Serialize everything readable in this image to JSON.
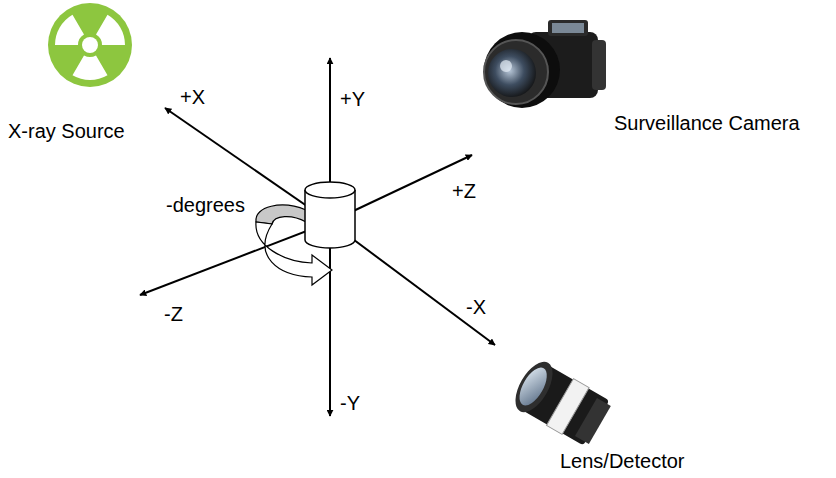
{
  "diagram": {
    "labels": [
      "+X",
      "+Y",
      "X-ray Source",
      "Surveillance Camera",
      "+Z",
      "-degrees",
      "-Z",
      "-X",
      "-Y",
      "Lens/Detector"
    ]
  }
}
